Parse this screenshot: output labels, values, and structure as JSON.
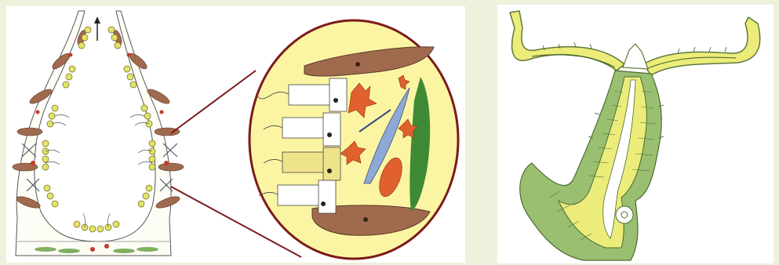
{
  "figure": {
    "panels": [
      "hydra-body-wall-cross-section",
      "magnified-tissue-inset",
      "hydra-longitudinal-section"
    ],
    "colors": {
      "background": "#eef1dc",
      "inset_fill": "#fbf5a3",
      "inset_border": "#7d1a1a",
      "cell_yellow": "#e4e26a",
      "cell_brown": "#a06a4e",
      "cell_orange": "#e0612e",
      "cell_blue": "#8fa9d6",
      "mesoglea_green": "#3f8a35",
      "section_green": "#9bbf70",
      "section_yellow": "#ecec7a"
    }
  }
}
